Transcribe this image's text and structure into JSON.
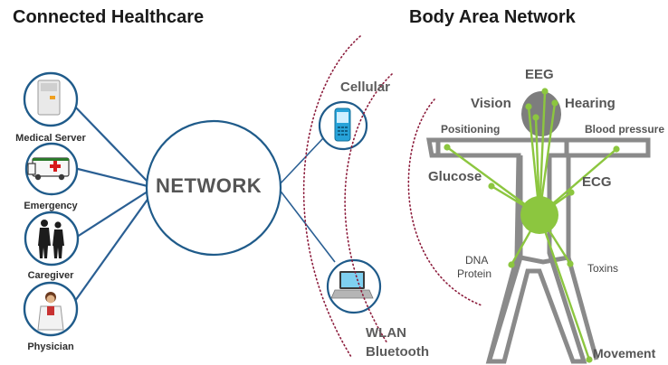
{
  "titles": {
    "left": "Connected Healthcare",
    "right": "Body Area Network"
  },
  "hub": {
    "label": "NETWORK"
  },
  "devices": [
    {
      "label": "Medical Server",
      "icon": "server-icon"
    },
    {
      "label": "Emergency",
      "icon": "ambulance-icon"
    },
    {
      "label": "Caregiver",
      "icon": "caregiver-icon"
    },
    {
      "label": "Physician",
      "icon": "physician-icon"
    }
  ],
  "links": [
    {
      "label": "Cellular",
      "icon": "mobile-phone-icon"
    },
    {
      "label": "WLAN",
      "icon": "laptop-icon"
    },
    {
      "label": "Bluetooth"
    }
  ],
  "body_sensors": {
    "eeg": "EEG",
    "vision": "Vision",
    "hearing": "Hearing",
    "positioning": "Positioning",
    "blood_pressure": "Blood pressure",
    "glucose": "Glucose",
    "ecg": "ECG",
    "dna": "DNA",
    "protein": "Protein",
    "toxins": "Toxins",
    "movement": "Movement"
  },
  "colors": {
    "circle_stroke": "#1f5b8a",
    "connector": "#2a5f93",
    "hub_text": "#555555",
    "wave": "#8b1a3a",
    "body_outline": "#8a8a8a",
    "head_fill": "#7d7d7d",
    "sensor_green": "#8cc63f"
  }
}
